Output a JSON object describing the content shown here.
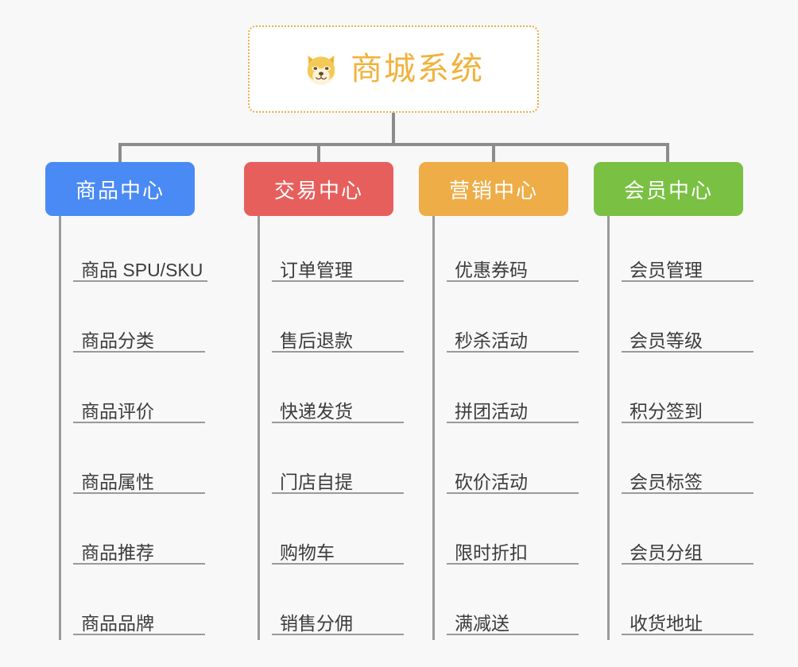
{
  "diagram": {
    "type": "org-chart",
    "background_color": "#f8f8f8",
    "root": {
      "title": "商城系统",
      "icon": "shiba-inu-dog-face-emoji",
      "text_color": "#f0b23c",
      "border_color": "#e8ad4a",
      "background": "#ffffff"
    },
    "connector_color": "#8c8c8c",
    "leaf_text_color": "#3c3c3c",
    "leaf_underline_color": "#9a9a9a",
    "categories": [
      {
        "label": "商品中心",
        "color": "#4a8af4",
        "items": [
          "商品 SPU/SKU",
          "商品分类",
          "商品评价",
          "商品属性",
          "商品推荐",
          "商品品牌"
        ]
      },
      {
        "label": "交易中心",
        "color": "#e75f5c",
        "items": [
          "订单管理",
          "售后退款",
          "快递发货",
          "门店自提",
          "购物车",
          "销售分佣"
        ]
      },
      {
        "label": "营销中心",
        "color": "#eead47",
        "items": [
          "优惠券码",
          "秒杀活动",
          "拼团活动",
          "砍价活动",
          "限时折扣",
          "满减送"
        ]
      },
      {
        "label": "会员中心",
        "color": "#7ac143",
        "items": [
          "会员管理",
          "会员等级",
          "积分签到",
          "会员标签",
          "会员分组",
          "收货地址"
        ]
      }
    ]
  }
}
